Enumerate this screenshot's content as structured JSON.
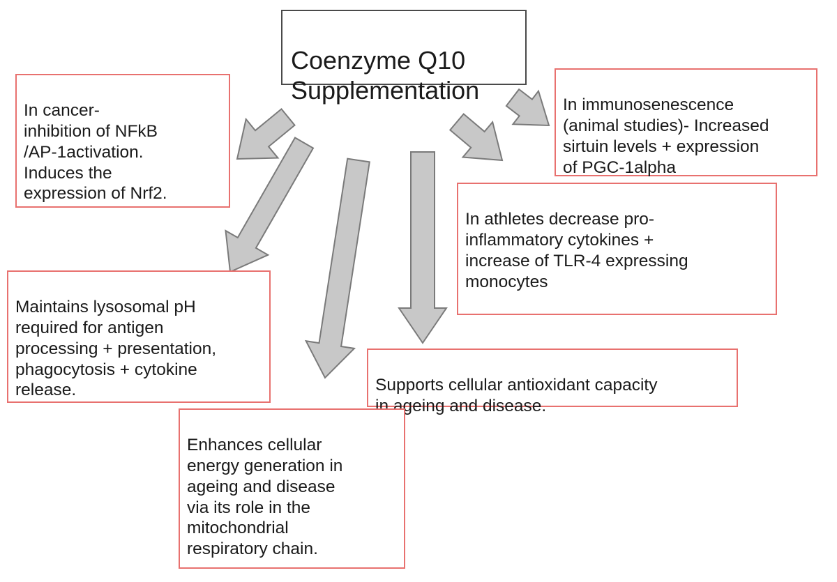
{
  "diagram": {
    "title": "Coenzyme  Q10\nSupplementation",
    "effects": {
      "cancer": "In cancer-\ninhibition of NFkB\n/AP-1activation.\nInduces the\nexpression of Nrf2.",
      "immunosenescence": "In immunosenescence\n(animal studies)- Increased\nsirtuin levels + expression\nof PGC-1alpha",
      "athletes": "In athletes decrease pro-\ninflammatory cytokines +\nincrease of TLR-4 expressing\nmonocytes",
      "lysosomal": "Maintains lysosomal pH\nrequired for antigen\nprocessing + presentation,\nphagocytosis + cytokine\nrelease.",
      "antioxidant": "Supports cellular antioxidant capacity\nin ageing and disease.",
      "energy": "Enhances cellular\nenergy generation in\nageing and disease\nvia its role in the\nmitochondrial\nrespiratory chain."
    },
    "colors": {
      "arrow_fill": "#c8c8c8",
      "arrow_stroke": "#7a7a7a",
      "effect_border": "#e8716f",
      "title_border": "#4a4a4a"
    }
  }
}
